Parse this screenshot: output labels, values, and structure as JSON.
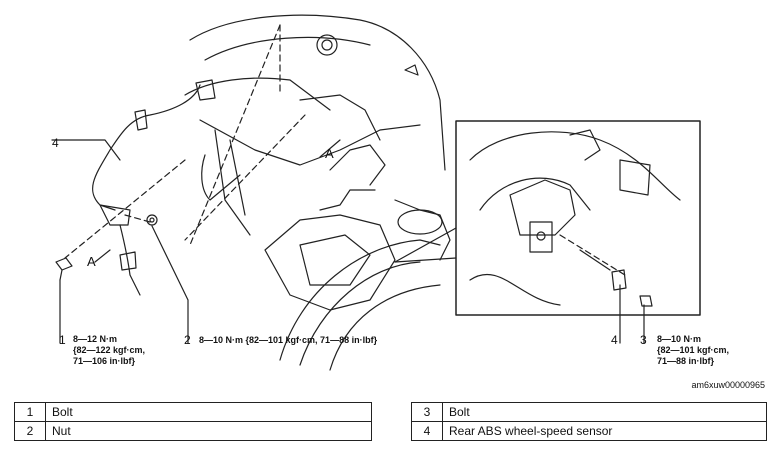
{
  "callouts": {
    "c1": {
      "number": "1",
      "torque": [
        "8—12 N·m",
        "{82—122 kgf·cm,",
        "71—106 in·lbf}"
      ]
    },
    "c2": {
      "number": "2",
      "torque": [
        "8—10 N·m {82—101 kgf·cm, 71—88 in·lbf}"
      ]
    },
    "c3": {
      "number": "3",
      "torque": [
        "8—10 N·m",
        "{82—101 kgf·cm,",
        "71—88 in·lbf}"
      ]
    },
    "c4": {
      "number": "4"
    },
    "inset4": {
      "number": "4"
    },
    "view_letter": "A"
  },
  "doc_id": "am6xuw00000965",
  "parts_table": {
    "left": [
      {
        "no": "1",
        "name": "Bolt"
      },
      {
        "no": "2",
        "name": "Nut"
      }
    ],
    "right": [
      {
        "no": "3",
        "name": "Bolt"
      },
      {
        "no": "4",
        "name": "Rear ABS wheel-speed sensor"
      }
    ]
  }
}
